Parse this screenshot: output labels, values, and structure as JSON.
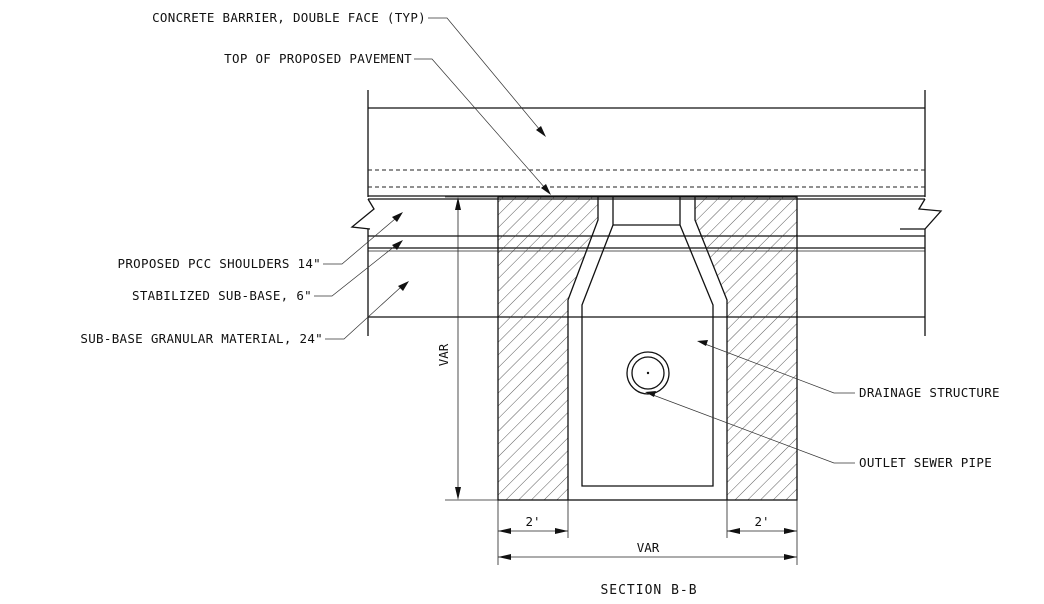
{
  "labels": {
    "barrier": "CONCRETE BARRIER, DOUBLE FACE (TYP)",
    "pavement": "TOP OF PROPOSED PAVEMENT",
    "shoulders": "PROPOSED PCC SHOULDERS 14\"",
    "stabilized": "STABILIZED SUB-BASE, 6\"",
    "subbase": "SUB-BASE GRANULAR MATERIAL, 24\"",
    "drainage": "DRAINAGE STRUCTURE",
    "outlet": "OUTLET SEWER PIPE"
  },
  "dimensions": {
    "vertical": "VAR",
    "left_wall": "2'",
    "right_wall": "2'",
    "overall": "VAR"
  },
  "section_title": "SECTION B-B"
}
